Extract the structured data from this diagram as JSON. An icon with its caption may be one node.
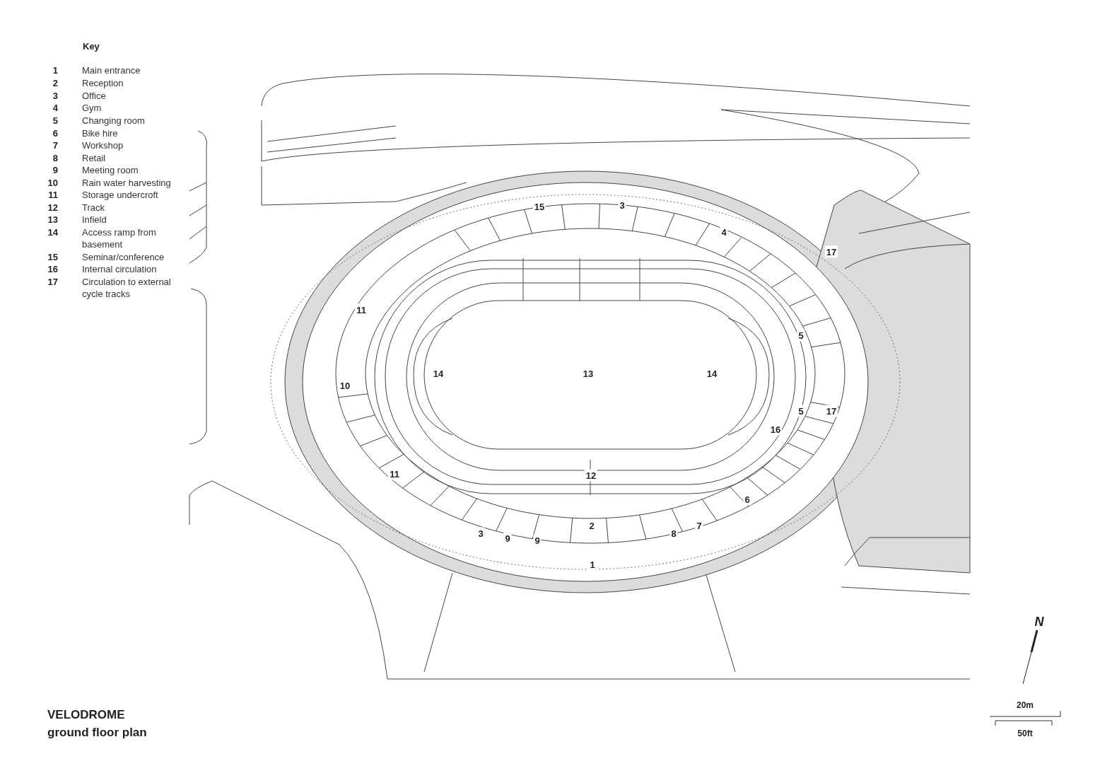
{
  "diagram": {
    "title": "VELODROME",
    "caption": "ground floor plan",
    "labels": [
      "Key",
      "1",
      "Main entrance",
      "2",
      "Reception",
      "3",
      "Office",
      "4",
      "Gym",
      "5",
      "Changing room",
      "6",
      "Bike hire",
      "7",
      "Workshop",
      "8",
      "Retail",
      "9",
      "Meeting room",
      "10",
      "Rain water harvesting",
      "11",
      "Storage undercroft",
      "12",
      "Track",
      "13",
      "Infield",
      "14",
      "Access ramp from basement",
      "15",
      "Seminar/conference",
      "16",
      "Internal circulation",
      "17",
      "Circulation to external cycle tracks",
      "15",
      "3",
      "4",
      "17",
      "11",
      "5",
      "14",
      "13",
      "14",
      "10",
      "5",
      "17",
      "16",
      "11",
      "12",
      "6",
      "2",
      "7",
      "3",
      "8",
      "9",
      "9",
      "1",
      "N",
      "20m",
      "50ft"
    ]
  }
}
